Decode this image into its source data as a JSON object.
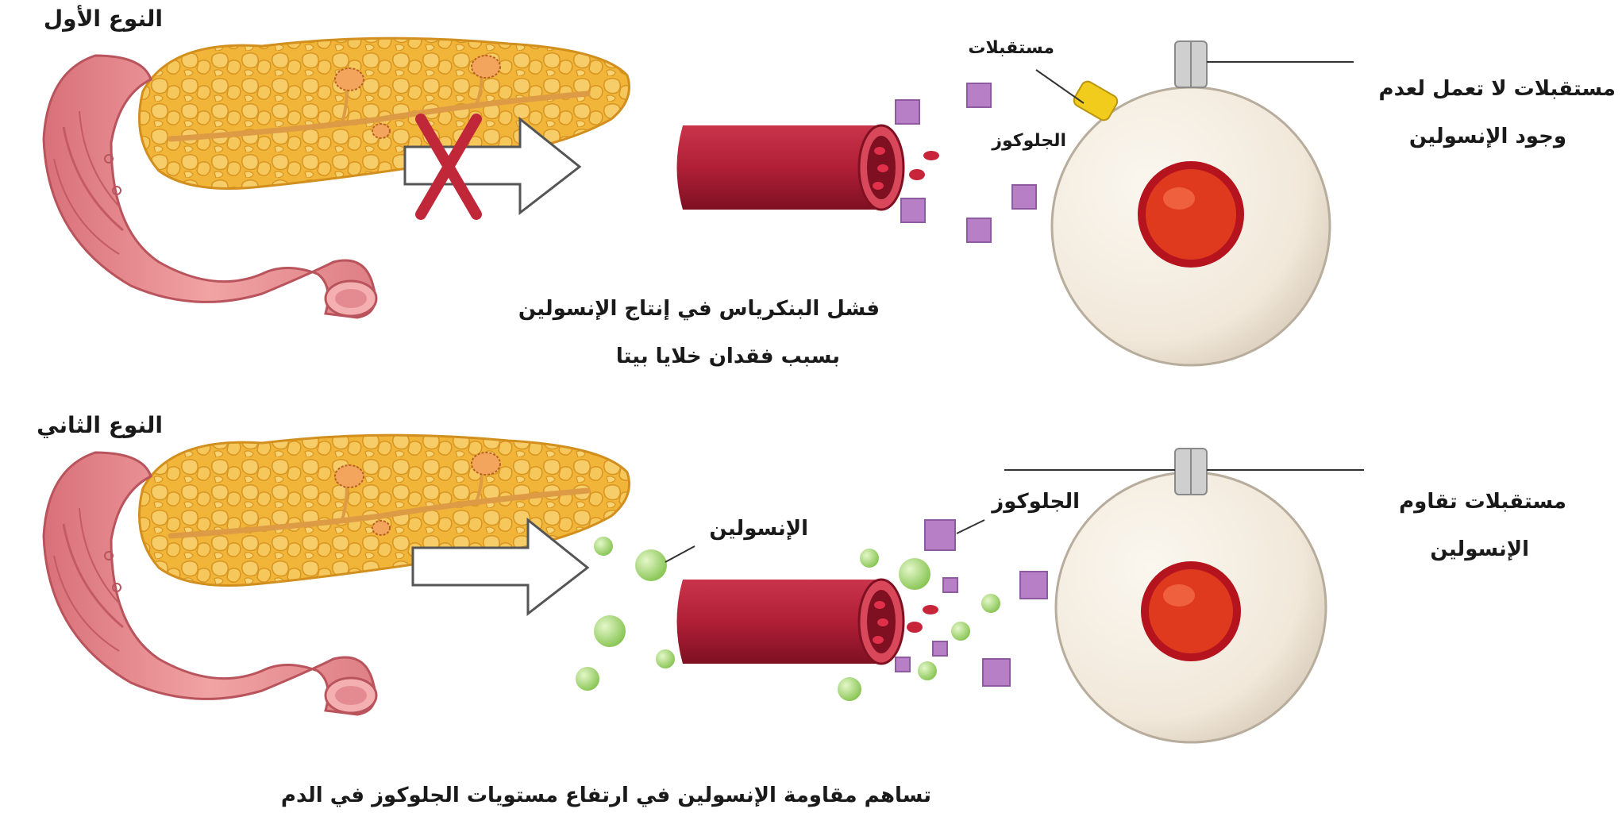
{
  "type1": {
    "title": "النوع الأول",
    "caption_line1": "فشل البنكرياس في إنتاج الإنسولين",
    "caption_line2": "بسبب فقدان خلايا بيتا",
    "receptors_label": "مستقبلات",
    "glucose_label": "الجلوكوز",
    "receptor_note_line1": "مستقبلات لا تعمل لعدم",
    "receptor_note_line2": "وجود الإنسولين"
  },
  "type2": {
    "title": "النوع الثاني",
    "insulin_label": "الإنسولين",
    "glucose_label": "الجلوكوز",
    "receptor_note_line1": "مستقبلات تقاوم",
    "receptor_note_line2": "الإنسولين",
    "caption": "تساهم مقاومة الإنسولين في ارتفاع مستويات الجلوكوز  في الدم"
  },
  "colors": {
    "pancreas": "#f3b73c",
    "duodenum": "#e58a8e",
    "vessel": "#b21f35",
    "glucose": "#b77fc6",
    "insulin": "#a6d86a",
    "cell": "#f3ece0",
    "nucleus": "#e03a1e",
    "blocked_x": "#c0283a",
    "receptor_active": "#f2cc1c",
    "receptor_channel": "#c7c7c7"
  }
}
